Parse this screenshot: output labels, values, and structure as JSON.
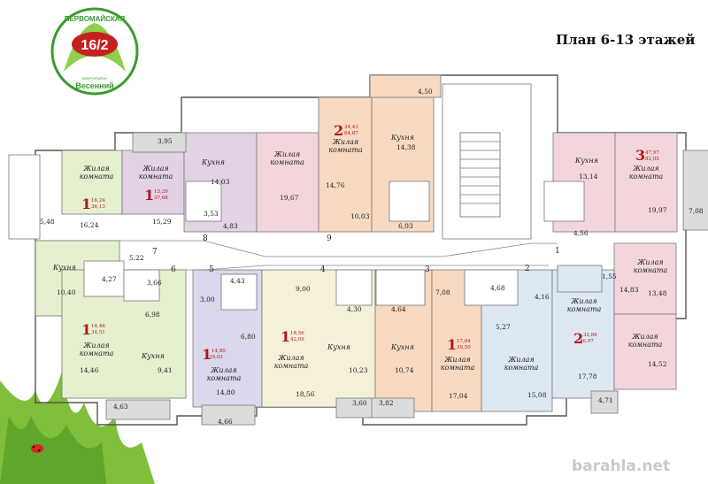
{
  "title": "План 6-13 этажей",
  "logo": {
    "top_text": "ПЕРВОМАЙСКАЯ",
    "number": "16/2",
    "small": "МИКРОРАЙОН",
    "name": "Весенний"
  },
  "watermark": "barahla.net",
  "colors": {
    "pink": "#f3d6dc",
    "mauve": "#e3d1e6",
    "green": "#e5f0cf",
    "yellow": "#f5f1d8",
    "peach": "#f8d9c1",
    "blue": "#dde8f3",
    "lavender": "#dbd7ec",
    "grey": "#dcdcdc",
    "accent": "#b01818"
  },
  "corridor_numbers": [
    "1",
    "2",
    "3",
    "4",
    "5",
    "6",
    "7",
    "8",
    "9"
  ],
  "rooms": {
    "z1": "Жилая комната",
    "z2": "Жилая комната",
    "k1": "Кухня",
    "zk1": "Жилая комната",
    "zk2": "Жилая комната",
    "k2": "Кухня",
    "k3": "Кухня",
    "zr1": "Жилая комната",
    "zr2": "Жилая комната",
    "zr3": "Жилая комната",
    "kl": "Кухня",
    "zl": "Жилая комната",
    "kl2": "Кухня",
    "zb1": "Жилая комната",
    "zb2": "Жилая комната",
    "kb1": "Кухня",
    "kb2": "Кухня",
    "zb3": "Жилая комната",
    "zb4": "Жилая комната",
    "zb5": "Жилая комната",
    "zb6": "Жилая комната",
    "zb7": "Жилая комната",
    "zb8": "Жилая комната"
  },
  "areas": {
    "a395": "3,95",
    "a548": "5,48",
    "a1624": "16,24",
    "a1529": "15,29",
    "a1403": "14,03",
    "a353": "3,53",
    "a483": "4,83",
    "a1967": "19,67",
    "a1476": "14,76",
    "a1003": "10,03",
    "a1438": "14,38",
    "a603": "6,03",
    "a450": "4,50",
    "a1314": "13,14",
    "a1997": "19,97",
    "a456": "4,56",
    "a708a": "7,08",
    "a522": "5,22",
    "a427": "4,27",
    "a1040": "10,40",
    "a366": "3,66",
    "a698": "6,98",
    "a1446": "14,46",
    "a941": "9,41",
    "a463": "4,63",
    "a443": "4,43",
    "a300": "3,00",
    "a680": "6,80",
    "a1480": "14,80",
    "a466": "4,66",
    "a900": "9,00",
    "a1856": "18,56",
    "a430": "4,30",
    "a1023": "10,23",
    "a360": "3,60",
    "a464": "4,64",
    "a1074": "10,74",
    "a382": "3,82",
    "a708b": "7,08",
    "a1704": "17,04",
    "a468": "4,68",
    "a527": "5,27",
    "a1508": "15,08",
    "a416": "4,16",
    "a1778": "17,78",
    "a471": "4,71",
    "a155": "1,55",
    "a1483": "14,83",
    "a1348": "13,48",
    "a1452": "14,52"
  },
  "apartments": {
    "ap1": {
      "rooms": "1",
      "living": "16,24",
      "total": "36,13"
    },
    "ap2": {
      "rooms": "1",
      "living": "15,29",
      "total": "37,68"
    },
    "ap3": {
      "rooms": "2",
      "living": "34,43",
      "total": "64,87"
    },
    "ap4": {
      "rooms": "3",
      "living": "47,97",
      "total": "82,05"
    },
    "ap5": {
      "rooms": "1",
      "living": "14,46",
      "total": "34,51"
    },
    "ap6": {
      "rooms": "1",
      "living": "14,80",
      "total": "29,03"
    },
    "ap7": {
      "rooms": "1",
      "living": "18,56",
      "total": "42,09"
    },
    "ap8": {
      "rooms": "1",
      "living": "17,04",
      "total": "39,50"
    },
    "ap9": {
      "rooms": "2",
      "living": "32,86",
      "total": "46,97"
    }
  }
}
